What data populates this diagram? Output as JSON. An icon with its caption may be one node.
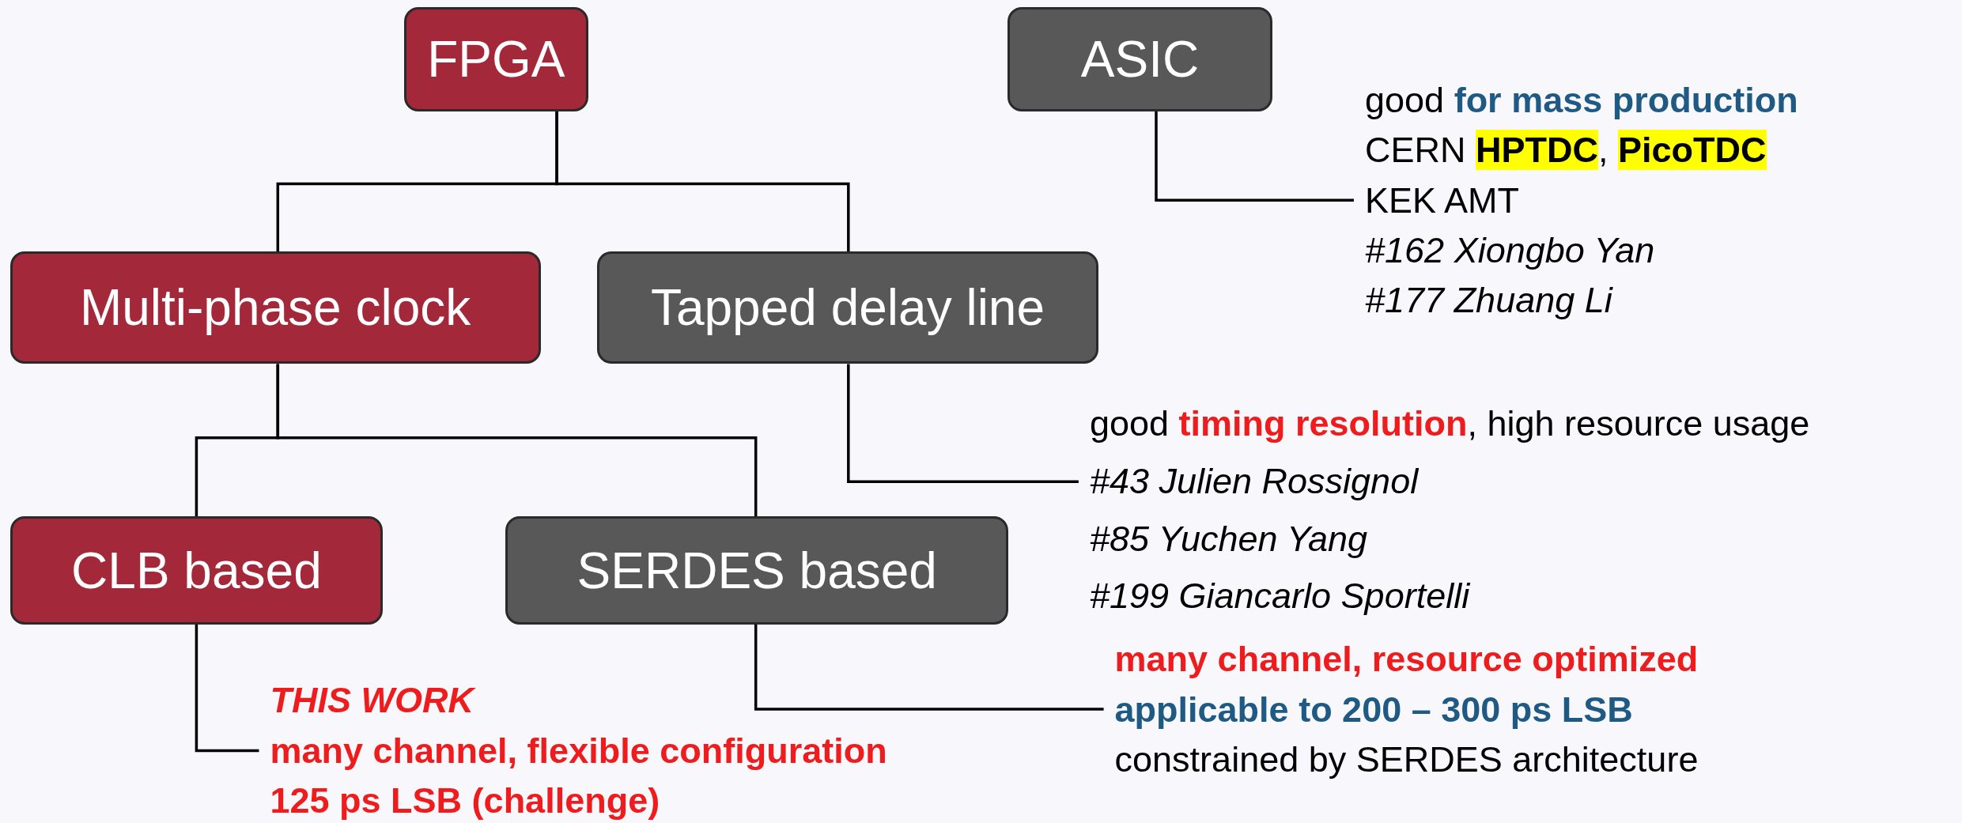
{
  "diagram": {
    "nodes": [
      {
        "text": [
          "FPGA"
        ]
      },
      {
        "text": [
          "ASIC"
        ]
      },
      {
        "text": [
          "Multi-phase clock"
        ]
      },
      {
        "text": [
          "Tapped delay line"
        ]
      },
      {
        "text": [
          "CLB based"
        ]
      },
      {
        "text": [
          "SERDES based"
        ]
      },
      {
        "text": [
          "good **for mass production**",
          "CERN **HPTDC**, **PicoTDC**",
          "KEK AMT",
          "#162 Xiongbo Yan",
          "#177 Zhuang Li"
        ]
      },
      {
        "text": [
          "good **timing resolution**, high resource usage",
          "#43 Julien Rossignol",
          "#85 Yuchen Yang",
          "#199  Giancarlo Sportelli"
        ]
      },
      {
        "text": [
          "THIS WORK",
          "many channel, flexible configuration",
          "125 ps LSB (challenge)"
        ]
      },
      {
        "text": [
          "many channel, resource optimized",
          "applicable to 200 – 300 ps LSB",
          "constrained by SERDES architecture"
        ]
      }
    ],
    "edges": [
      {
        "from": 0,
        "to": 2,
        "arrow": "none"
      },
      {
        "from": 0,
        "to": 3,
        "arrow": "none"
      },
      {
        "from": 2,
        "to": 4,
        "arrow": "none"
      },
      {
        "from": 2,
        "to": 5,
        "arrow": "none"
      },
      {
        "from": 1,
        "to": 6,
        "arrow": "none"
      },
      {
        "from": 3,
        "to": 7,
        "arrow": "none"
      },
      {
        "from": 4,
        "to": 8,
        "arrow": "none"
      },
      {
        "from": 5,
        "to": 9,
        "arrow": "none"
      }
    ]
  }
}
